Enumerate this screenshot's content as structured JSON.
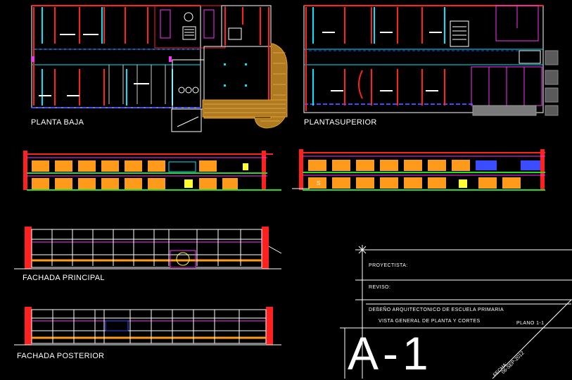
{
  "labels": {
    "planta_baja": "PLANTA BAJA",
    "planta_superior": "PLANTASUPERIOR",
    "fachada_principal": "FACHADA PRINCIPAL",
    "fachada_posterior": "FACHADA POSTERIOR",
    "corte_tag": "S"
  },
  "title_block": {
    "proyectista": "PROYECTISTA:",
    "reviso": "REVISO:",
    "project_line1": "DEßEÑO ARQUITECTONICO DE ESCUELA PRIMARIA",
    "project_line2": "VISTA GENERAL DE PLANTA Y CORTES",
    "plano": "PLANO 1-1",
    "sheet_number": "A-1",
    "fecha": "FECHA:",
    "fecha_value": "06-SEP-2012"
  },
  "colors": {
    "background": "#000000",
    "wall_red": "#ff2020",
    "column_cyan": "#00e5ff",
    "axis_blue": "#3a4dff",
    "floor_green": "#22dd22",
    "window_magenta": "#ff30ff",
    "fill_orange": "#ff9a1a",
    "hatch_tan": "#e0a030",
    "line_white": "#ffffff",
    "yellow": "#ffff30"
  }
}
